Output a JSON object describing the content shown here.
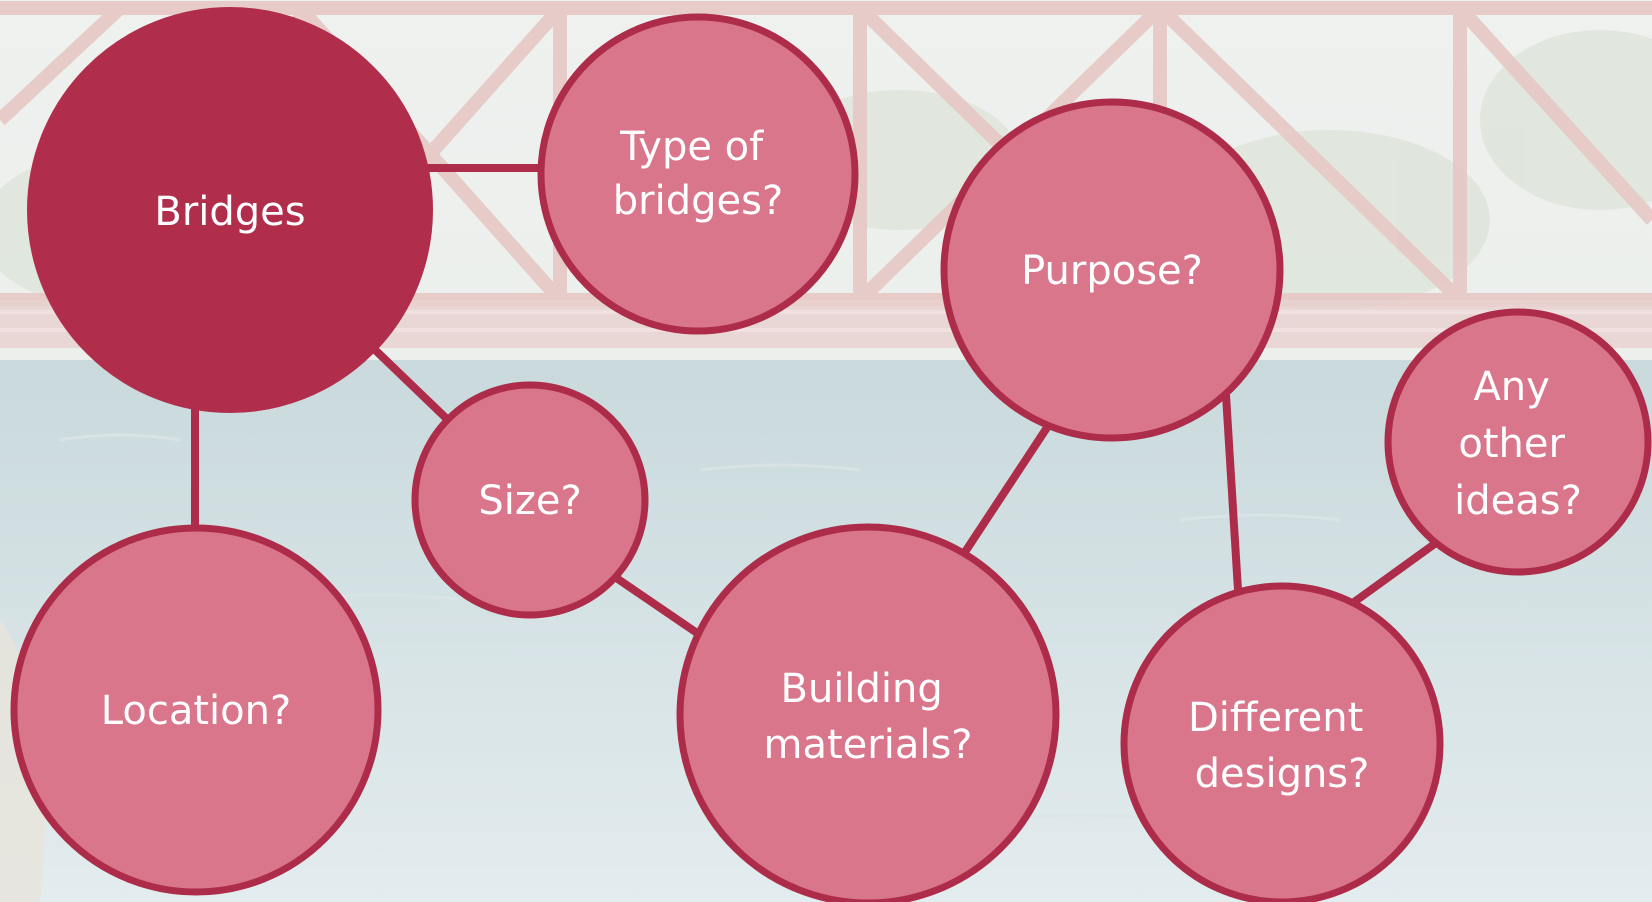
{
  "diagram": {
    "colors": {
      "central_fill": "#b02e4c",
      "node_fill": "#d9768c",
      "outline": "#ad2c4a",
      "text": "#ffffff"
    },
    "nodes": [
      {
        "id": "bridges",
        "lines": [
          "Bridges"
        ],
        "central": true
      },
      {
        "id": "type-of-bridges",
        "lines": [
          "Type of",
          "bridges?"
        ]
      },
      {
        "id": "purpose",
        "lines": [
          "Purpose?"
        ]
      },
      {
        "id": "size",
        "lines": [
          "Size?"
        ]
      },
      {
        "id": "any-other-ideas",
        "lines": [
          "Any",
          "other",
          "ideas?"
        ]
      },
      {
        "id": "location",
        "lines": [
          "Location?"
        ]
      },
      {
        "id": "building-materials",
        "lines": [
          "Building",
          "materials?"
        ]
      },
      {
        "id": "different-designs",
        "lines": [
          "Different",
          "designs?"
        ]
      }
    ],
    "links": [
      [
        "bridges",
        "type-of-bridges"
      ],
      [
        "bridges",
        "size"
      ],
      [
        "bridges",
        "location"
      ],
      [
        "size",
        "building-materials"
      ],
      [
        "building-materials",
        "purpose"
      ],
      [
        "purpose",
        "different-designs"
      ],
      [
        "different-designs",
        "any-other-ideas"
      ]
    ]
  }
}
